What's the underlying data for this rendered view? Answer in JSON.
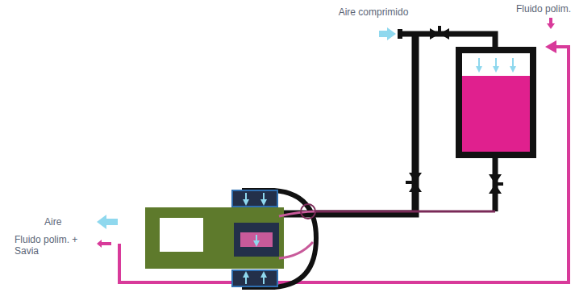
{
  "diagram": {
    "labels": [
      "Aire comprimido",
      "Fluido polim.",
      "Aire",
      "Fluido polim. + Savia"
    ]
  }
}
